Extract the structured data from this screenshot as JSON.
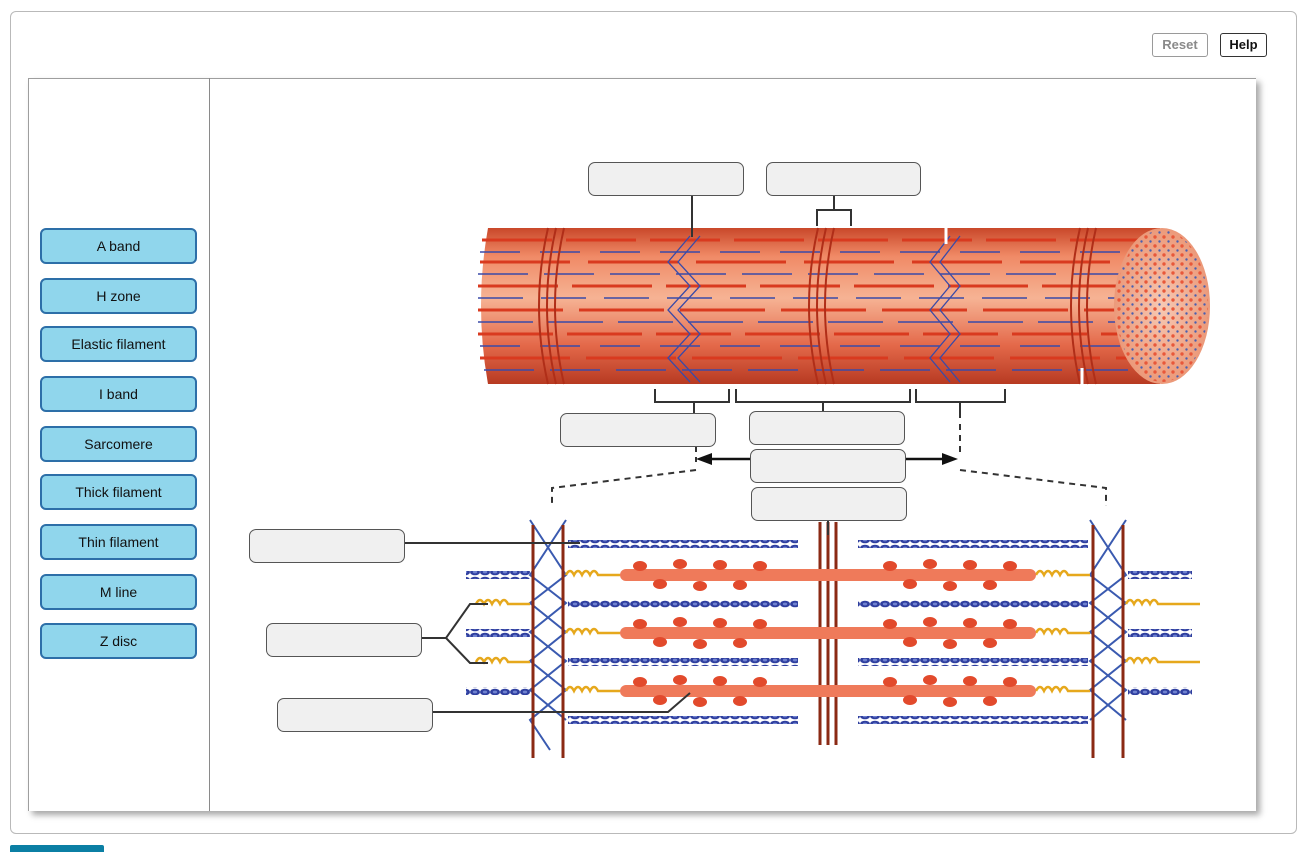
{
  "toolbar": {
    "reset_label": "Reset",
    "help_label": "Help"
  },
  "label_bank": [
    {
      "label": "A band"
    },
    {
      "label": "H zone"
    },
    {
      "label": "Elastic filament"
    },
    {
      "label": "I band"
    },
    {
      "label": "Sarcomere"
    },
    {
      "label": "Thick filament"
    },
    {
      "label": "Thin filament"
    },
    {
      "label": "M line"
    },
    {
      "label": "Z disc"
    }
  ],
  "drop_targets_count": 9,
  "colors": {
    "chip_fill": "#90d6ec",
    "chip_border": "#2d6fa8",
    "muscle_red": "#e0522f",
    "thin_filament_blue": "#3a4aa8",
    "elastic_filament_yellow": "#e6a81c",
    "footer_tab": "#0b7fa4"
  }
}
